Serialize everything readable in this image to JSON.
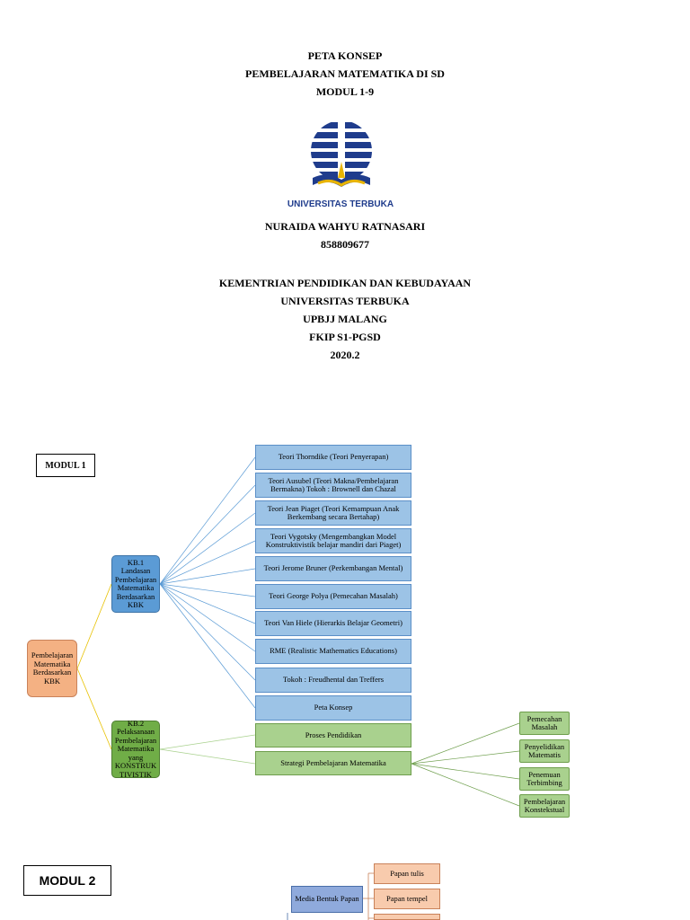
{
  "cover": {
    "title": [
      "PETA KONSEP",
      "PEMBELAJARAN MATEMATIKA DI SD",
      "MODUL 1-9"
    ],
    "logo_text": "UNIVERSITAS TERBUKA",
    "author": [
      "NURAIDA WAHYU RATNASARI",
      "858809677"
    ],
    "institution": [
      "KEMENTRIAN PENDIDIKAN DAN KEBUDAYAAN",
      "UNIVERSITAS TERBUKA",
      "UPBJJ MALANG",
      "FKIP S1-PGSD",
      "2020.2"
    ]
  },
  "modul1": {
    "label": "MODUL 1",
    "root": "Pembelajaran Matematika Berdasarkan KBK",
    "kb1": "KB.1 Landasan Pembelajaran Matematika Berdasarkan KBK",
    "kb2": "KB.2 Pelaksanaan Pembelajaran Matematika yang KONSTRUK TIVISTIK",
    "kb1_items": [
      "Teori Thorndike (Teori Penyerapan)",
      "Teori Ausubel (Teori Makna/Pembelajaran Bermakna) Tokoh : Brownell dan Chazal",
      "Teori Jean Piaget (Teori Kemampuan Anak Berkembang secara Bertahap)",
      "Teori Vygotsky (Mengembangkan Model Konstruktivistik belajar mandiri dari Piaget)",
      "Teori Jerome Bruner (Perkembangan Mental)",
      "Teori George Polya (Pemecahan Masalah)",
      "Teori Van Hiele (Hierarkis Belajar Geometri)",
      "RME (Realistic Mathematics Educations)",
      "Tokoh : Freudhental dan Treffers",
      "Peta Konsep"
    ],
    "kb2_items": [
      "Proses Pendidikan",
      "Strategi Pembelajaran Matematika"
    ],
    "strategi_items": [
      "Pemecahan Masalah",
      "Penyelidikan Matematis",
      "Penemuan Terbimbing",
      "Pembelajaran Konstekstual"
    ]
  },
  "modul2": {
    "label": "MODUL 2",
    "media": "Media Bentuk Papan",
    "media_items": [
      "Papan tulis",
      "Papan tempel",
      ""
    ]
  }
}
